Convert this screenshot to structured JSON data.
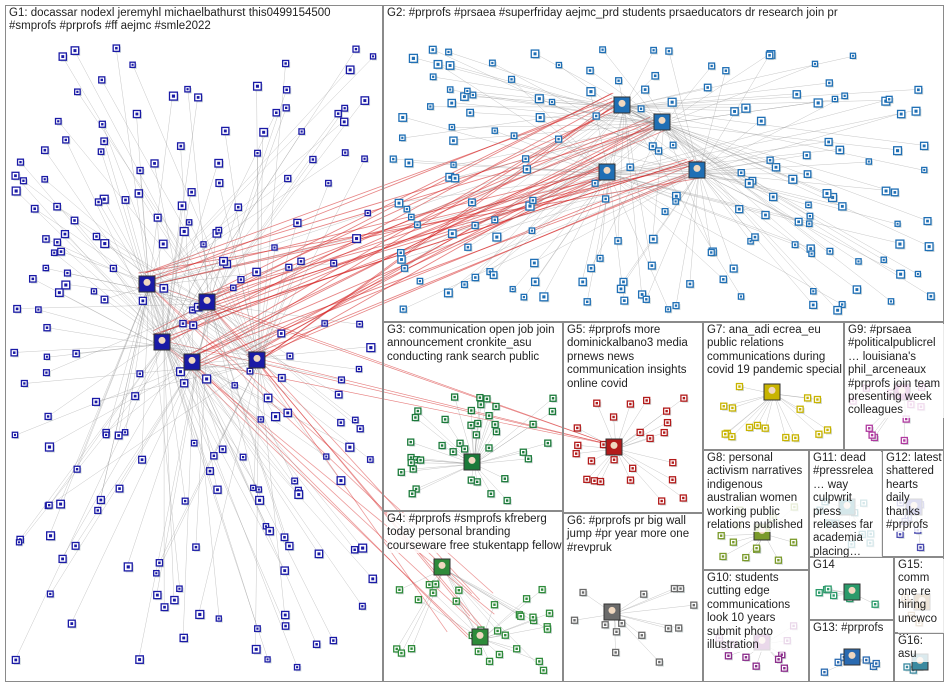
{
  "groups": [
    {
      "id": "G1",
      "label": "G1: docassar nodexl jeremyhl michaelbathurst this0499154500 #smprofs #prprofs #ff aejmc #smle2022"
    },
    {
      "id": "G2",
      "label": "G2: #prprofs #prsaea #superfriday aejmc_prd students prsaeducators dr research join pr"
    },
    {
      "id": "G3",
      "label": "G3: communication open job join announcement cronkite_asu conducting rank search public"
    },
    {
      "id": "G4",
      "label": "G4: #prprofs #smprofs kfreberg today personal branding courseware free stukentapp fellow"
    },
    {
      "id": "G5",
      "label": "G5: #prprofs more dominickalbano3 media prnews news communication insights online covid"
    },
    {
      "id": "G6",
      "label": "G6: #prprofs pr big wall jump #pr year more one #revpruk"
    },
    {
      "id": "G7",
      "label": "G7: ana_adi ecrea_eu public relations communications during covid 19 pandemic special"
    },
    {
      "id": "G8",
      "label": "G8: personal activism narratives indigenous australian women working public relations published"
    },
    {
      "id": "G9",
      "label": "G9: #prsaea #politicalpublicrel… louisiana's phil_arceneaux #prprofs join team presenting week colleagues"
    },
    {
      "id": "G10",
      "label": "G10: students cutting edge communications look 10 years submit photo illustration"
    },
    {
      "id": "G11",
      "label": "G11: dead #pressreleа… way culpwrit press releases far academia placing…"
    },
    {
      "id": "G12",
      "label": "G12: latest shattered hearts daily thanks #prprofs"
    },
    {
      "id": "G13",
      "label": "G13: #prprofs"
    },
    {
      "id": "G14",
      "label": "G14"
    },
    {
      "id": "G15",
      "label": "G15: comm one re hiring uncwco…"
    },
    {
      "id": "G16",
      "label": "G16: asu"
    }
  ],
  "colors": {
    "G1": "#1a1aa6",
    "G2": "#1f6fb5",
    "G3": "#1b7a3a",
    "G4": "#2e8b3a",
    "G5": "#b31b1b",
    "G6": "#6b6b6b",
    "G7": "#c8b400",
    "G8": "#7a9a2a",
    "G9": "#b03aa0",
    "G10": "#8a2a8a",
    "G11": "#1a7a8a",
    "G12": "#4a4ab0",
    "G13": "#2a6ab0",
    "G14": "#2a9a6a",
    "G15": "#9a6a2a",
    "G16": "#3a8aa0",
    "edge": "#8f8f8f",
    "hub_edge": "#d42020",
    "panel_border": "#8a8a8a"
  },
  "icons": {
    "node": "square-node-icon",
    "hub": "profile-hub-icon"
  }
}
